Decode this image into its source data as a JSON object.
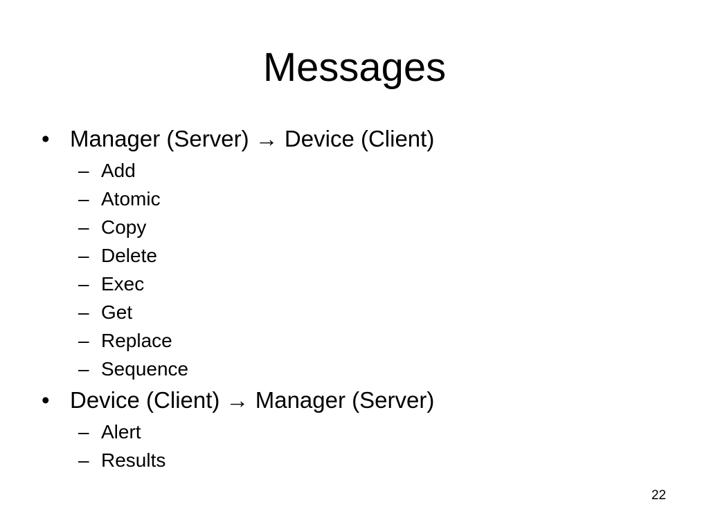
{
  "slide": {
    "title": "Messages",
    "bullet_glyph": "•",
    "dash_glyph": "–",
    "sections": [
      {
        "heading": "Manager (Server) → Device (Client)",
        "items": [
          "Add",
          "Atomic",
          "Copy",
          "Delete",
          "Exec",
          "Get",
          "Replace",
          "Sequence"
        ]
      },
      {
        "heading": "Device (Client) → Manager (Server)",
        "items": [
          "Alert",
          "Results"
        ]
      }
    ],
    "page_number": "22"
  }
}
